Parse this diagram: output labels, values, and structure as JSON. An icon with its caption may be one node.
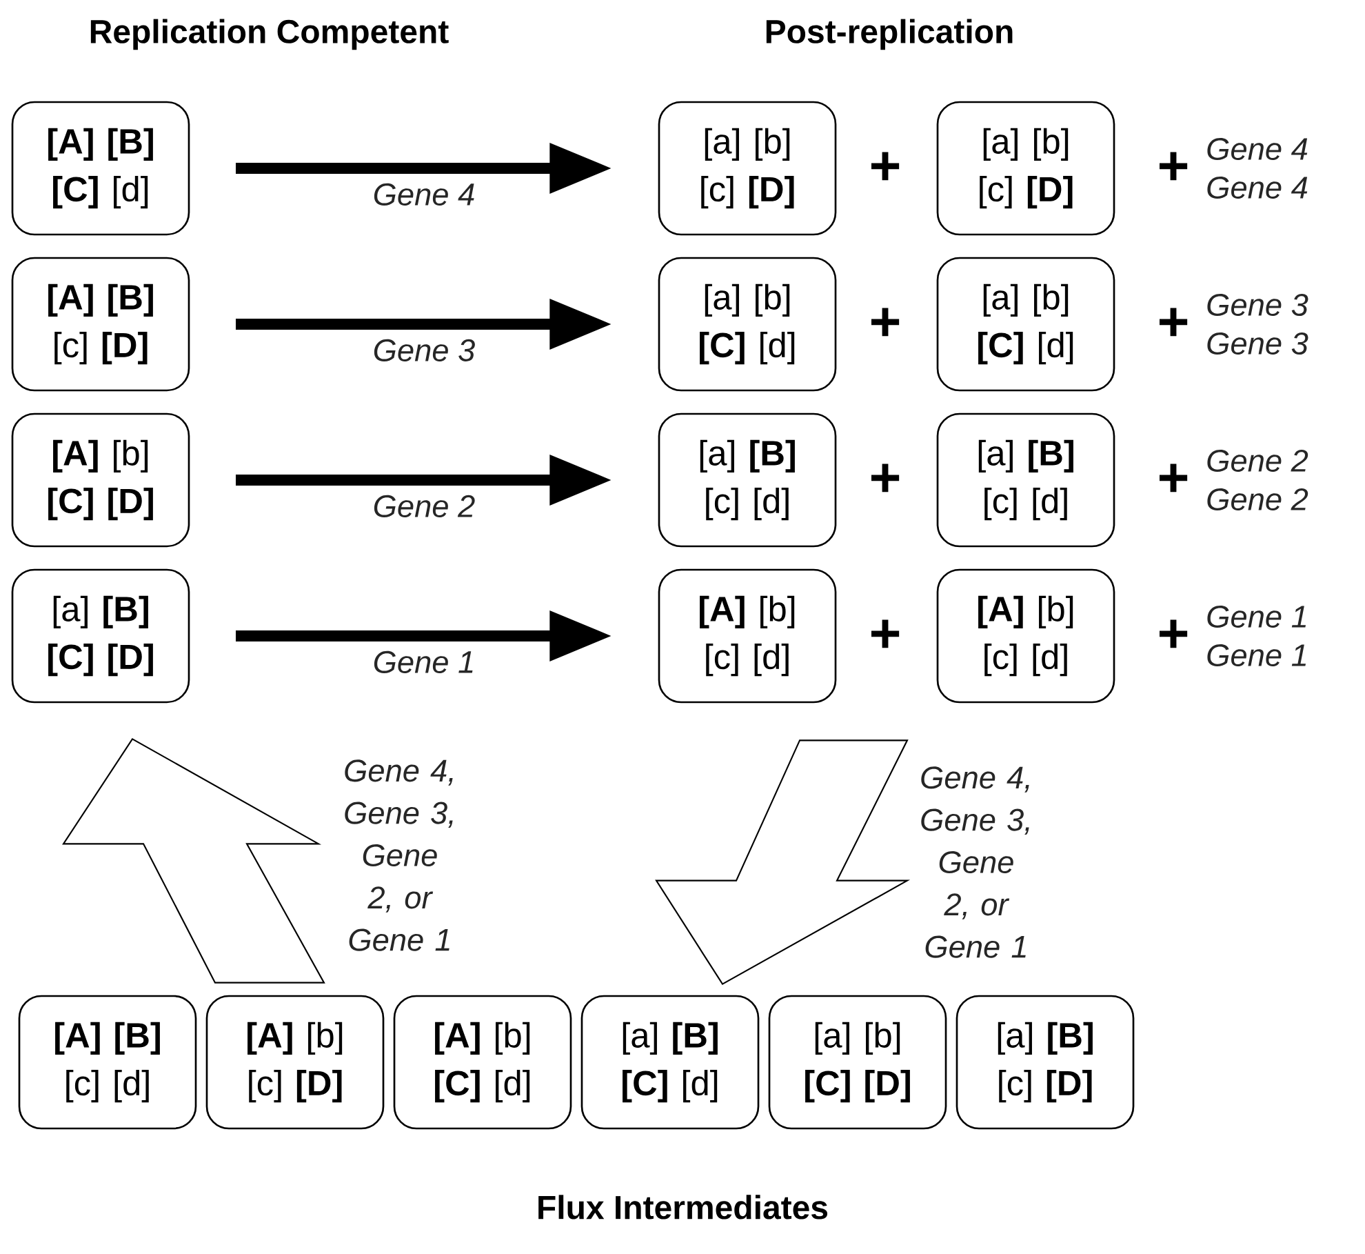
{
  "diagram": {
    "nodes": [
      {
        "text": [
          "**[A]** **[B]** **[C]** [d]"
        ]
      },
      {
        "text": [
          "**[A]** **[B]** [c] **[D]**"
        ]
      },
      {
        "text": [
          "**[A]** [b] **[C]** **[D]**"
        ]
      },
      {
        "text": [
          "[a] **[B]** **[C]** **[D]**"
        ]
      },
      {
        "text": [
          "[a] [b] [c] **[D]**"
        ]
      },
      {
        "text": [
          "[a] [b] [c] **[D]**"
        ]
      },
      {
        "text": [
          "[a] [b] **[C]** [d]"
        ]
      },
      {
        "text": [
          "[a] [b] **[C]** [d]"
        ]
      },
      {
        "text": [
          "[a] **[B]** [c] [d]"
        ]
      },
      {
        "text": [
          "[a] **[B]** [c] [d]"
        ]
      },
      {
        "text": [
          "**[A]** [b] [c] [d]"
        ]
      },
      {
        "text": [
          "**[A]** [b] [c] [d]"
        ]
      },
      {
        "text": [
          "**[A]** **[B]** [c] [d]"
        ]
      },
      {
        "text": [
          "**[A]** [b] [c] **[D]**"
        ]
      },
      {
        "text": [
          "**[A]** [b] **[C]** [d]"
        ]
      },
      {
        "text": [
          "[a] **[B]** **[C]** [d]"
        ]
      },
      {
        "text": [
          "[a] [b] **[C]** **[D]**"
        ]
      },
      {
        "text": [
          "[a] **[B]** [c] **[D]**"
        ]
      }
    ],
    "edges": [
      {
        "from": 0,
        "to": 4,
        "arrow": "to",
        "label": "Gene 4"
      },
      {
        "from": 1,
        "to": 6,
        "arrow": "to",
        "label": "Gene 3"
      },
      {
        "from": 2,
        "to": 8,
        "arrow": "to",
        "label": "Gene 2"
      },
      {
        "from": 3,
        "to": 10,
        "arrow": "to",
        "label": "Gene 1"
      },
      {
        "from": 13,
        "to": 3,
        "arrow": "to",
        "label": "Gene 4, Gene 3, Gene 2, or Gene 1"
      },
      {
        "from": 10,
        "to": 15,
        "arrow": "to",
        "label": "Gene 4, Gene 3, Gene 2, or Gene 1"
      }
    ],
    "labels": [
      "Replication Competent",
      "Post-replication",
      "+",
      "+",
      "Gene 4",
      "Gene 4",
      "+",
      "+",
      "Gene 3",
      "Gene 3",
      "+",
      "+",
      "Gene 2",
      "Gene 2",
      "+",
      "+",
      "Gene 1",
      "Gene 1",
      "Flux Intermediates"
    ]
  }
}
